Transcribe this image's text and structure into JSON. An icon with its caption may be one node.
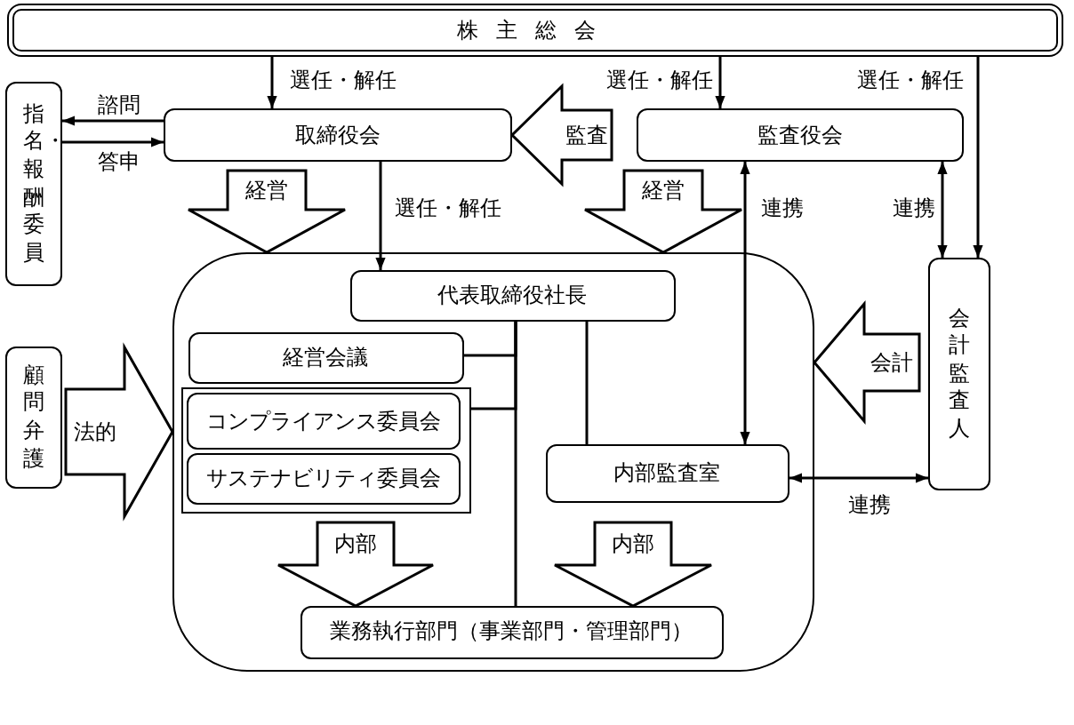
{
  "diagram": {
    "nodes": [
      {
        "text": [
          "株主総会"
        ]
      },
      {
        "text": [
          "取締役会"
        ]
      },
      {
        "text": [
          "監査役会"
        ]
      },
      {
        "text": [
          "指名・報酬委員"
        ]
      },
      {
        "text": [
          "顧問弁護"
        ]
      },
      {
        "text": [],
        "shape": "box"
      },
      {
        "text": [
          "代表取締役社長"
        ],
        "in": 5
      },
      {
        "text": [
          "経営会議"
        ],
        "in": 5
      },
      {
        "text": [],
        "shape": "box",
        "in": 5
      },
      {
        "text": [
          "コンプライアンス委員会"
        ],
        "in": 8
      },
      {
        "text": [
          "サステナビリティ委員会"
        ],
        "in": 8
      },
      {
        "text": [
          "内部監査室"
        ],
        "in": 5
      },
      {
        "text": [
          "業務執行部門（事業部門・管理部門）"
        ],
        "in": 5
      },
      {
        "text": [
          "会計監査人"
        ]
      }
    ],
    "edges": [
      {
        "from": 0,
        "to": 1,
        "arrow": "to",
        "label": "選任・解任"
      },
      {
        "from": 0,
        "to": 2,
        "arrow": "to",
        "label": "選任・解任"
      },
      {
        "from": 0,
        "to": 13,
        "arrow": "to",
        "label": "選任・解任"
      },
      {
        "from": 1,
        "to": 3,
        "arrow": "to",
        "label": "諮問"
      },
      {
        "from": 3,
        "to": 1,
        "arrow": "to",
        "label": "答申"
      },
      {
        "from": 1,
        "to": 6,
        "arrow": "to",
        "label": "選任・解任"
      },
      {
        "from": 2,
        "to": 1,
        "arrow": "to",
        "label": "監査",
        "style": "thick"
      },
      {
        "from": 1,
        "to": 5,
        "arrow": "to",
        "label": "経営",
        "style": "thick"
      },
      {
        "from": 2,
        "to": 5,
        "arrow": "to",
        "label": "経営",
        "style": "thick"
      },
      {
        "from": 2,
        "to": 11,
        "arrow": "both",
        "label": "連携"
      },
      {
        "from": 2,
        "to": 13,
        "arrow": "both",
        "label": "連携"
      },
      {
        "from": 13,
        "to": 5,
        "arrow": "to",
        "label": "会計",
        "style": "thick"
      },
      {
        "from": 4,
        "to": 5,
        "arrow": "to",
        "label": "法的",
        "style": "thick"
      },
      {
        "from": 11,
        "to": 13,
        "arrow": "both",
        "label": "連携"
      },
      {
        "from": 6,
        "to": 7,
        "arrow": "none"
      },
      {
        "from": 6,
        "to": 8,
        "arrow": "none"
      },
      {
        "from": 6,
        "to": 12,
        "arrow": "none"
      },
      {
        "from": 6,
        "to": 11,
        "arrow": "none"
      },
      {
        "from": 8,
        "to": 12,
        "arrow": "to",
        "label": "内部",
        "style": "thick"
      },
      {
        "from": 11,
        "to": 12,
        "arrow": "to",
        "label": "内部",
        "style": "thick"
      }
    ]
  }
}
